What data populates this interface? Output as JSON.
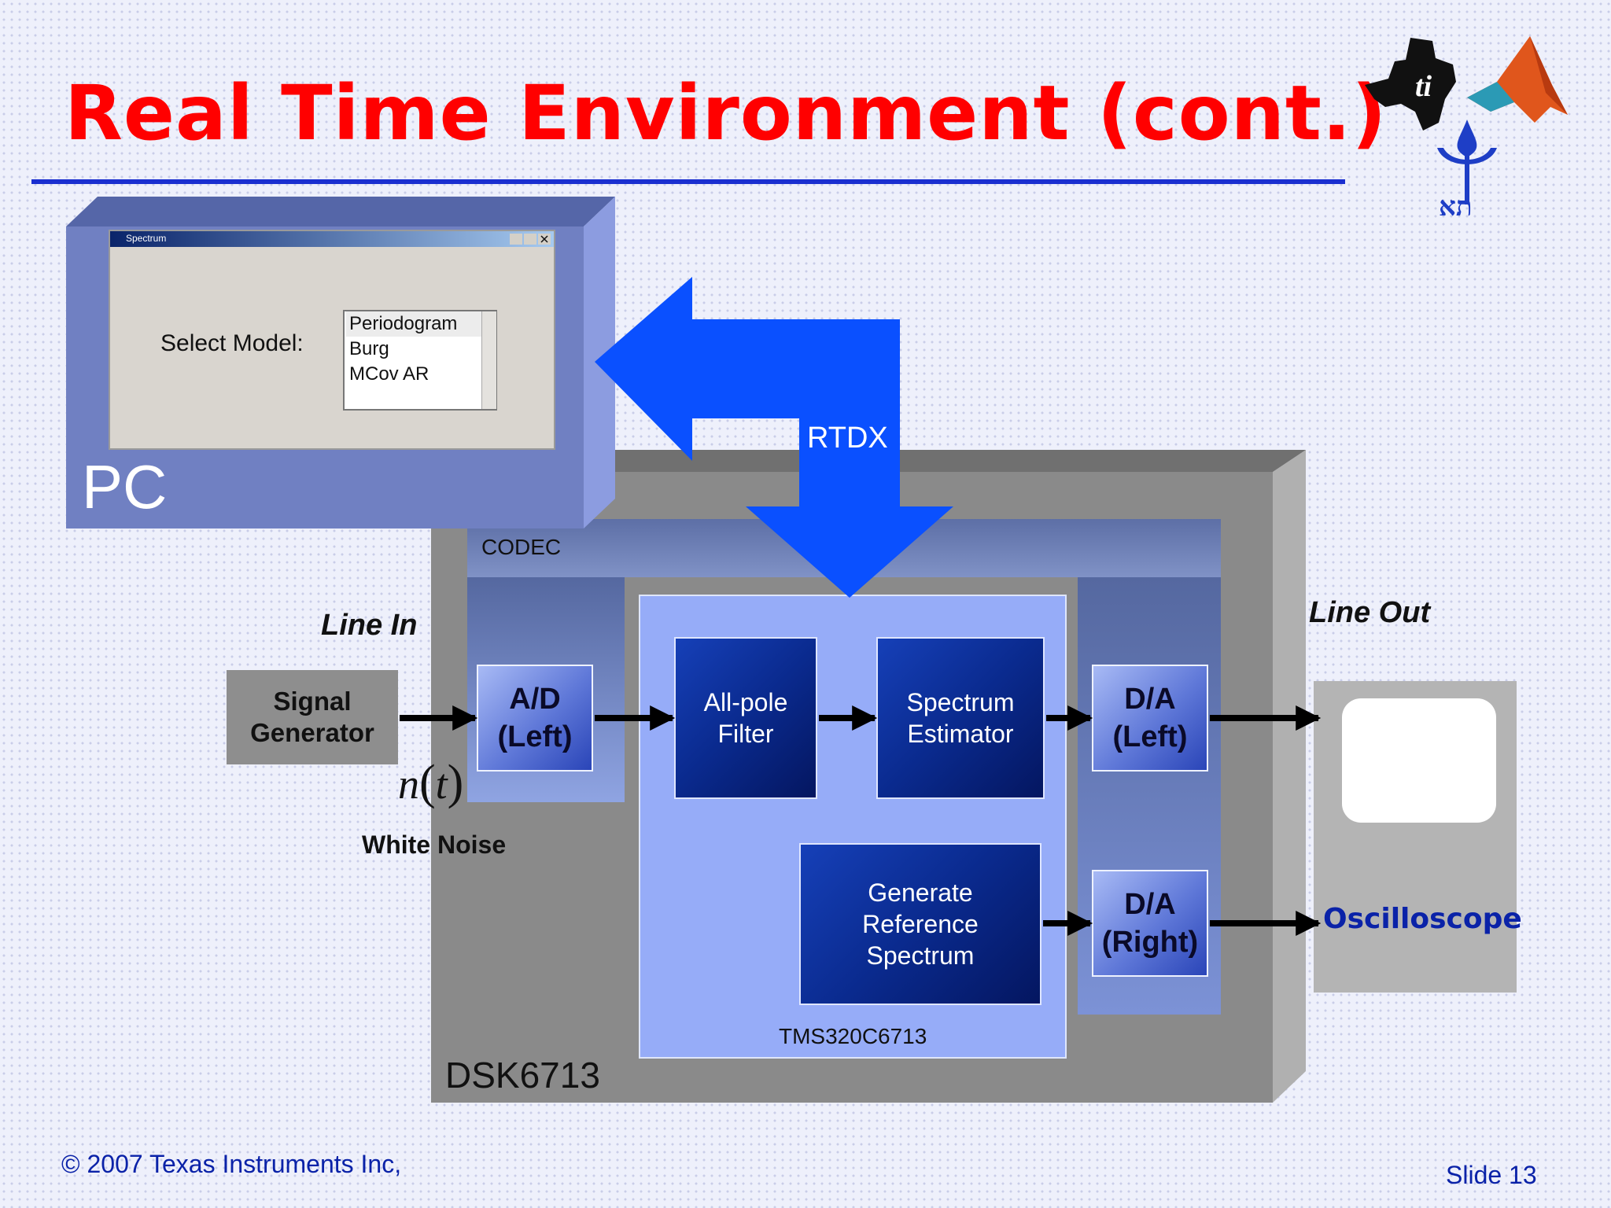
{
  "slide": {
    "title": "Real Time Environment (cont.)",
    "copyright": "© 2007 Texas Instruments Inc,",
    "slide_number": "Slide 13"
  },
  "pc": {
    "label": "PC",
    "window_title": "Spectrum",
    "select_label": "Select Model:",
    "models": [
      "Periodogram",
      "Burg",
      "MCov AR"
    ],
    "selected_model": "Periodogram"
  },
  "link": {
    "label": "RTDX"
  },
  "board": {
    "label": "DSK6713",
    "codec_label": "CODEC",
    "dsp_label": "TMS320C6713"
  },
  "blocks": {
    "ad_left": [
      "A/D",
      "(Left)"
    ],
    "all_pole": [
      "All-pole",
      "Filter"
    ],
    "spectrum": [
      "Spectrum",
      "Estimator"
    ],
    "gen_ref": [
      "Generate",
      "Reference",
      "Spectrum"
    ],
    "da_left": [
      "D/A",
      "(Left)"
    ],
    "da_right": [
      "D/A",
      "(Right)"
    ]
  },
  "source": {
    "label": [
      "Signal",
      "Generator"
    ],
    "line_in": "Line In",
    "noise_fn": "n",
    "noise_var": "t",
    "noise_label": "White Noise"
  },
  "output": {
    "line_out": "Line Out",
    "scope_label": "Oscilloscope"
  },
  "colors": {
    "title": "#ff0000",
    "rule": "#1a2fd0",
    "arrow": "#0a50ff",
    "footer": "#0a22a8"
  },
  "icons": [
    "ti-logo-icon",
    "matlab-logo-icon",
    "university-logo-icon"
  ]
}
